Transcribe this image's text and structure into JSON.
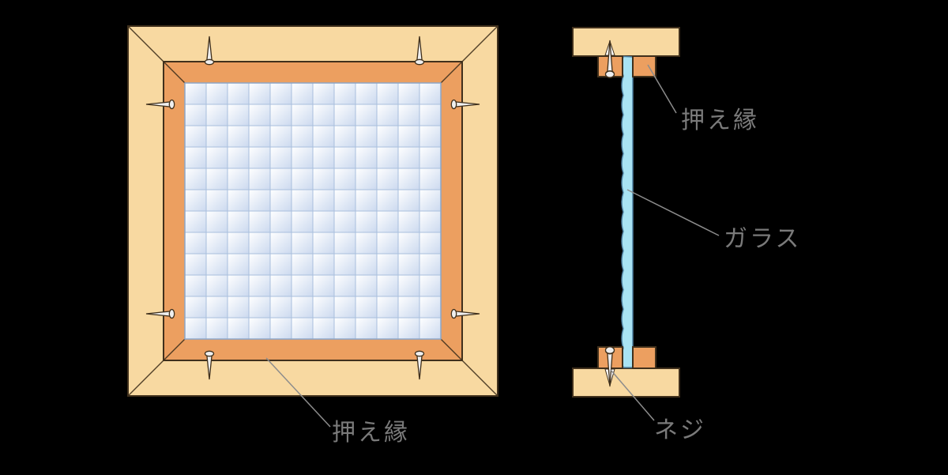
{
  "labels": {
    "glazing_bead_front": "押え縁",
    "glazing_bead_section": "押え縁",
    "glass": "ガラス",
    "screw": "ネジ"
  },
  "colors": {
    "background": "#000000",
    "frame_wood": "#F8D9A1",
    "bead": "#EC9F60",
    "outline": "#40301C",
    "glass_light": "#FFFFFF",
    "glass_shade": "#CBD9EF",
    "glass_grid": "#A9BFDD",
    "glass_border": "#8CA6C8",
    "section_glass": "#A9E3F3",
    "section_glass_edge": "#4E7FA0",
    "nail": "#EFEFEF",
    "notch": "#FFFFFF",
    "label_text": "#7A7A7A",
    "leader": "#8C8C8C"
  }
}
